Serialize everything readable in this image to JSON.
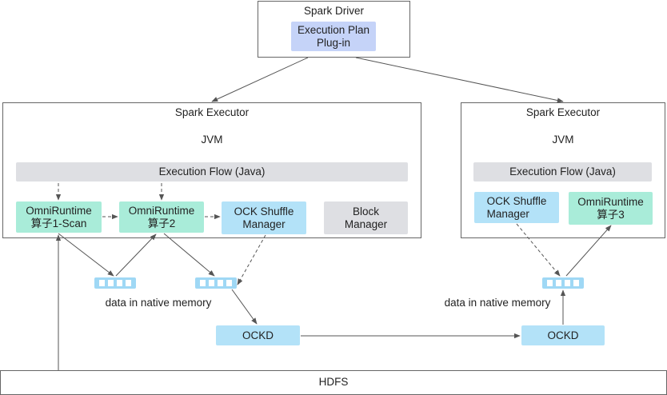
{
  "colors": {
    "plan_fill": "#c5d3f8",
    "operator_fill": "#a9ecd9",
    "shuffle_fill": "#b3e2f8",
    "gray_fill": "#dedfe3",
    "ockd_fill": "#b3e2f8",
    "memory_fill": "#9fd8f5",
    "border": "#666666",
    "line": "#555555"
  },
  "driver": {
    "title": "Spark Driver",
    "plugin_line1": "Execution Plan",
    "plugin_line2": "Plug-in"
  },
  "executor_left": {
    "title": "Spark Executor",
    "jvm": "JVM",
    "flow": "Execution Flow (Java)",
    "op1_line1": "OmniRuntime",
    "op1_line2": "算子1-Scan",
    "op2_line1": "OmniRuntime",
    "op2_line2": "算子2",
    "shuffle_line1": "OCK Shuffle",
    "shuffle_line2": "Manager",
    "block_line1": "Block",
    "block_line2": "Manager"
  },
  "executor_right": {
    "title": "Spark Executor",
    "jvm": "JVM",
    "flow": "Execution Flow (Java)",
    "shuffle_line1": "OCK Shuffle",
    "shuffle_line2": "Manager",
    "op3_line1": "OmniRuntime",
    "op3_line2": "算子3"
  },
  "memory": {
    "left_label": "data in native memory",
    "right_label": "data in native memory"
  },
  "ockd": {
    "left": "OCKD",
    "right": "OCKD"
  },
  "hdfs": "HDFS"
}
